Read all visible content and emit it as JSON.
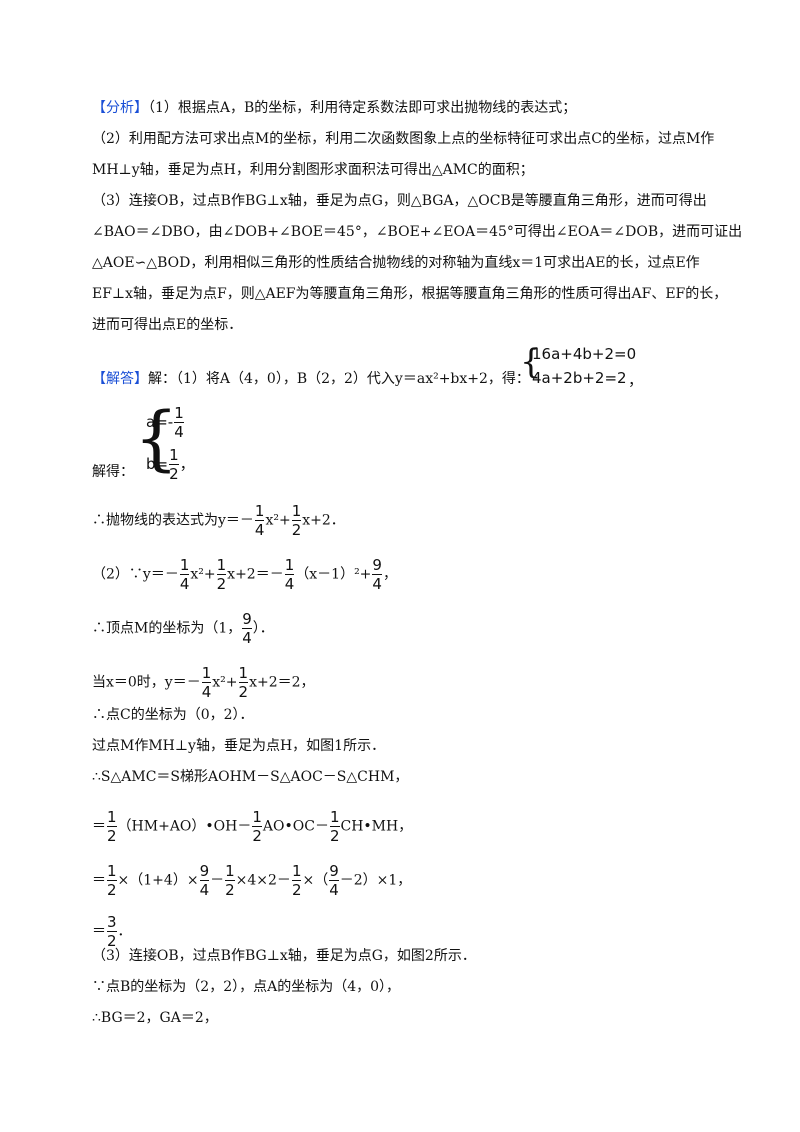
{
  "analysis": {
    "tag": "【分析】",
    "l1": "（1）根据点A，B的坐标，利用待定系数法即可求出抛物线的表达式；",
    "l2": "（2）利用配方法可求出点M的坐标，利用二次函数图象上点的坐标特征可求出点C的坐标，过点M作",
    "l3": "MH⊥y轴，垂足为点H，利用分割图形求面积法可得出△AMC的面积；",
    "l4": "（3）连接OB，过点B作BG⊥x轴，垂足为点G，则△BGA，△OCB是等腰直角三角形，进而可得出",
    "l5": "∠BAO＝∠DBO，由∠DOB+∠BOE＝45°，∠BOE+∠EOA＝45°可得出∠EOA＝∠DOB，进而可证出",
    "l6": "△AOE∽△BOD，利用相似三角形的性质结合抛物线的对称轴为直线x＝1可求出AE的长，过点E作",
    "l7": "EF⊥x轴，垂足为点F，则△AEF为等腰直角三角形，根据等腰直角三角形的性质可得出AF、EF的长，",
    "l8": "进而可得出点E的坐标．"
  },
  "solution": {
    "tag": "【解答】",
    "s1": "解：（1）将A（4，0），B（2，2）代入y＝ax²+bx+2，得：",
    "sys1_r1": "16a+4b+2=0",
    "sys1_r2": "4a+2b+2=2",
    "sys1_end": "，",
    "jiede": "解得：",
    "sys2_r1": "a=-",
    "sys2_r2": "b=",
    "sys2_end": "，",
    "f_1": "1",
    "f_2": "2",
    "f_3": "3",
    "f_4": "4",
    "f_9": "9",
    "s2a": "∴抛物线的表达式为y＝－",
    "s2b": "x²+",
    "s2c": "x+2．",
    "s3a": "（2）∵y＝－",
    "s3b": "x²+",
    "s3c": "x+2＝－",
    "s3d": "（x－1）²+",
    "s3e": "，",
    "s4a": "∴顶点M的坐标为（1，",
    "s4b": "）．",
    "s5a": "当x＝0时，y＝－",
    "s5b": "x²+",
    "s5c": "x+2＝2，",
    "s6": "∴点C的坐标为（0，2）．",
    "s7": "过点M作MH⊥y轴，垂足为点H，如图1所示．",
    "s8": "∴S△AMC＝S梯形AOHM－S△AOC－S△CHM，",
    "s9a": "＝",
    "s9b": "（HM+AO）•OH－",
    "s9c": "AO•OC－",
    "s9d": "CH•MH，",
    "s10a": "＝",
    "s10b": "×（1+4）×",
    "s10c": "－",
    "s10d": "×4×2－",
    "s10e": "×（",
    "s10f": "－2）×1，",
    "s11a": "＝",
    "s11b": "．",
    "s12": "（3）连接OB，过点B作BG⊥x轴，垂足为点G，如图2所示．",
    "s13": "∵点B的坐标为（2，2），点A的坐标为（4，0），",
    "s14": "∴BG＝2，GA＝2，"
  }
}
